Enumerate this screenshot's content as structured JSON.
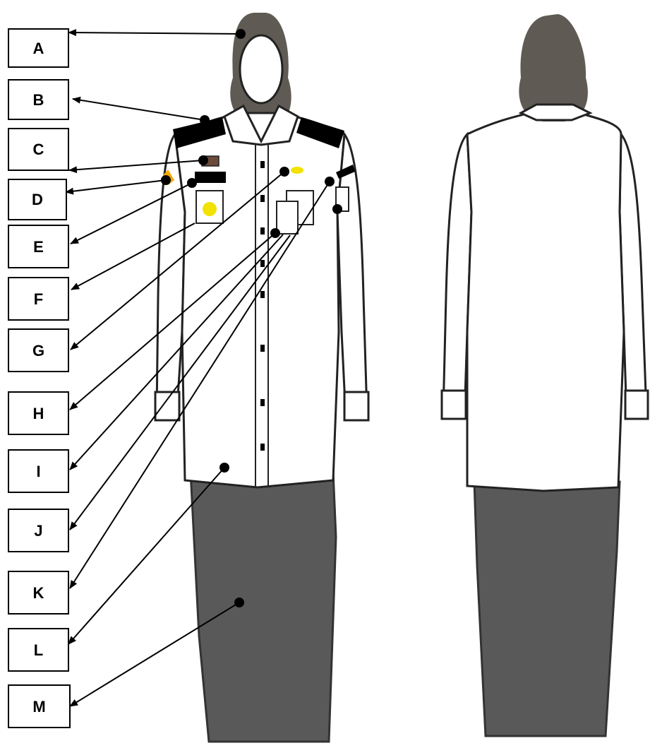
{
  "labels": [
    {
      "id": "a",
      "text": "A"
    },
    {
      "id": "b",
      "text": "B"
    },
    {
      "id": "c",
      "text": "C"
    },
    {
      "id": "d",
      "text": "D"
    },
    {
      "id": "e",
      "text": "E"
    },
    {
      "id": "f",
      "text": "F"
    },
    {
      "id": "g",
      "text": "G"
    },
    {
      "id": "h",
      "text": "H"
    },
    {
      "id": "i",
      "text": "I"
    },
    {
      "id": "j",
      "text": "J"
    },
    {
      "id": "k",
      "text": "K"
    },
    {
      "id": "l",
      "text": "L"
    },
    {
      "id": "m",
      "text": "M"
    }
  ],
  "colors": {
    "hijab": "#5f5b54",
    "skirt": "#595959",
    "shoulder_board": "#000000",
    "badge": "#f2e200",
    "lanyard_tag": "#f5a800",
    "outline": "#222222"
  }
}
